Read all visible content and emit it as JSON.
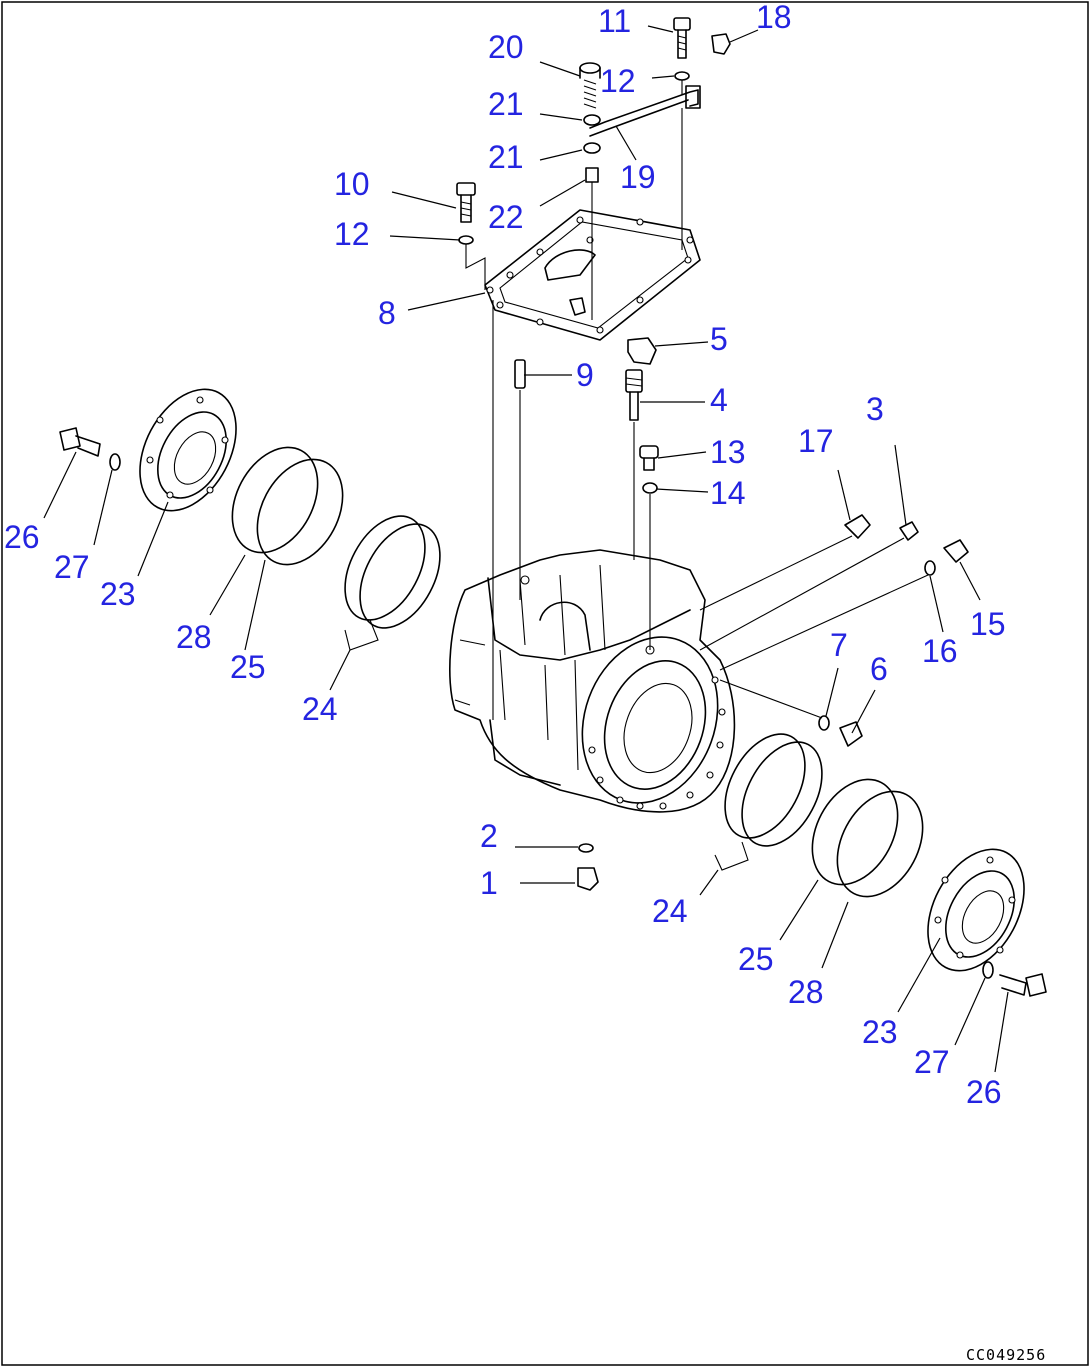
{
  "drawing_code": "CC049256",
  "callouts": {
    "c1": "1",
    "c2": "2",
    "c3": "3",
    "c4": "4",
    "c5": "5",
    "c6": "6",
    "c7": "7",
    "c8": "8",
    "c9": "9",
    "c10": "10",
    "c11": "11",
    "c12a": "12",
    "c12b": "12",
    "c13": "13",
    "c14": "14",
    "c15": "15",
    "c16": "16",
    "c17": "17",
    "c18": "18",
    "c19": "19",
    "c20": "20",
    "c21a": "21",
    "c21b": "21",
    "c22": "22",
    "c23a": "23",
    "c23b": "23",
    "c24a": "24",
    "c24b": "24",
    "c25a": "25",
    "c25b": "25",
    "c26a": "26",
    "c26b": "26",
    "c27a": "27",
    "c27b": "27",
    "c28a": "28",
    "c28b": "28"
  },
  "colors": {
    "callout": "#2424e0",
    "line": "#000000",
    "background": "#ffffff"
  }
}
